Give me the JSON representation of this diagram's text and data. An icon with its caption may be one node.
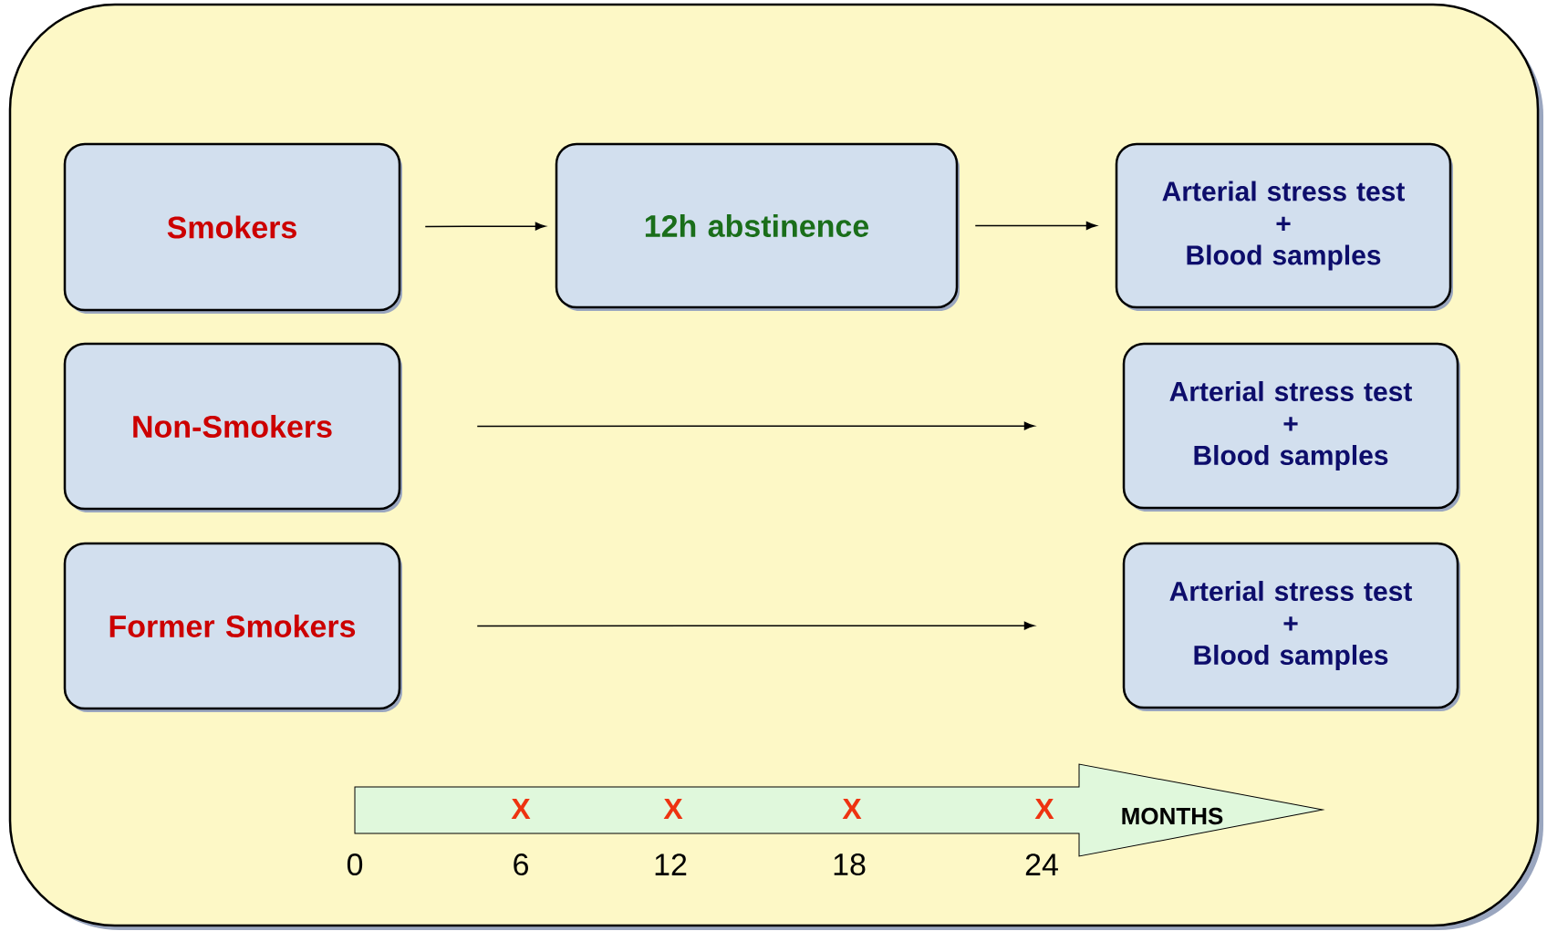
{
  "diagram": {
    "nodes": [
      {
        "text": [
          "Smokers"
        ]
      },
      {
        "text": [
          "12h abstinence"
        ]
      },
      {
        "text": [
          "Arterial stress test",
          "+",
          "Blood samples"
        ]
      },
      {
        "text": [
          "Non-Smokers"
        ]
      },
      {
        "text": [
          "Arterial stress test",
          "+",
          "Blood samples"
        ]
      },
      {
        "text": [
          "Former Smokers"
        ]
      },
      {
        "text": [
          "Arterial stress test",
          "+",
          "Blood samples"
        ]
      },
      {
        "text": [
          "MONTHS"
        ]
      }
    ],
    "edges": [
      {
        "from": 0,
        "to": 1,
        "arrow": "to"
      },
      {
        "from": 1,
        "to": 2,
        "arrow": "to"
      },
      {
        "from": 3,
        "to": 4,
        "arrow": "to"
      },
      {
        "from": 5,
        "to": 6,
        "arrow": "to"
      }
    ],
    "labels": [
      "X",
      "X",
      "X",
      "X",
      "0",
      "6",
      "12",
      "18",
      "24"
    ]
  }
}
